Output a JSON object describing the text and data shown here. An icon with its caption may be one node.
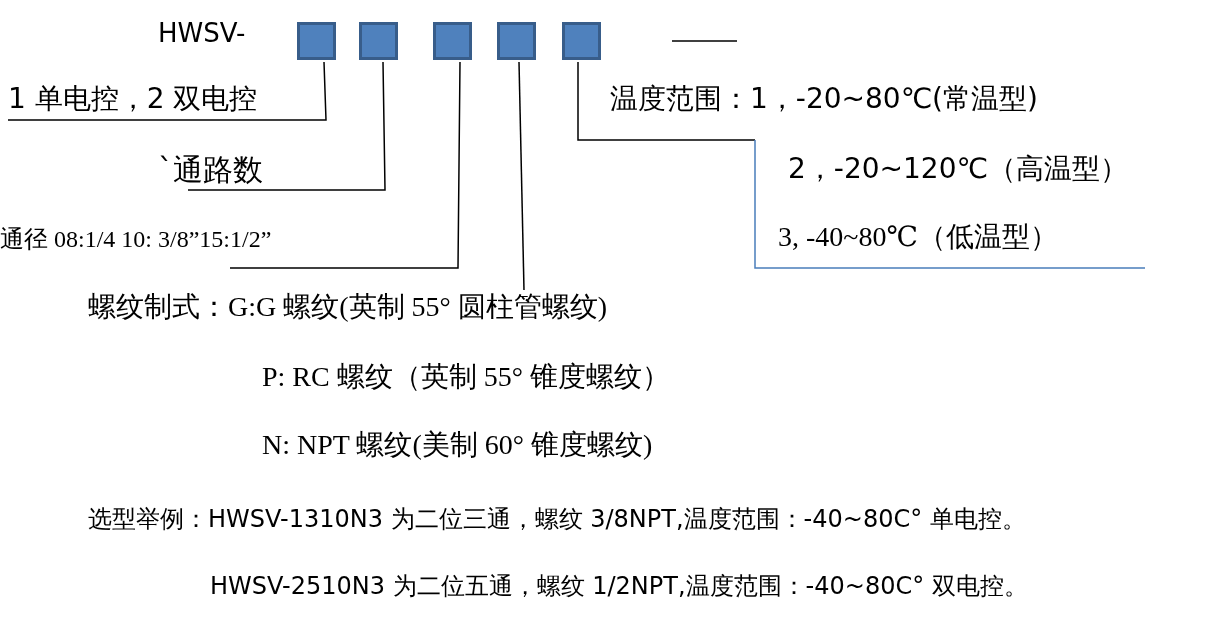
{
  "diagram": {
    "nodes": [
      {
        "text": [],
        "shape": "box"
      },
      {
        "text": [],
        "shape": "box"
      },
      {
        "text": [],
        "shape": "box"
      },
      {
        "text": [],
        "shape": "box"
      },
      {
        "text": [],
        "shape": "box"
      },
      {
        "text": [
          "1 单电控，2 双电控"
        ]
      },
      {
        "text": [
          "`通路数"
        ]
      },
      {
        "text": [
          "通径 08:1/4 10: 3/8”15:1/2”"
        ]
      },
      {
        "text": [
          "螺纹制式：G:G 螺纹(英制 55° 圆柱管螺纹)",
          "P: RC 螺纹（英制 55° 锥度螺纹）",
          "N: NPT 螺纹(美制 60° 锥度螺纹)"
        ]
      },
      {
        "text": [
          "温度范围：1，-20~80℃(常温型)",
          "2，-20~120℃（高温型）",
          "3, -40~80℃（低温型）"
        ]
      }
    ],
    "edges": [
      {
        "from": 5,
        "to": 0,
        "arrow": "none"
      },
      {
        "from": 6,
        "to": 1,
        "arrow": "none"
      },
      {
        "from": 7,
        "to": 2,
        "arrow": "none"
      },
      {
        "from": 8,
        "to": 3,
        "arrow": "none"
      },
      {
        "from": 9,
        "to": 4,
        "arrow": "none"
      }
    ],
    "labels": [
      "HWSV-",
      "选型举例：HWSV-1310N3 为二位三通，螺纹 3/8NPT,温度范围：-40~80C° 单电控。",
      "HWSV-2510N3 为二位五通，螺纹 1/2NPT,温度范围：-40~80C° 双电控。"
    ]
  }
}
